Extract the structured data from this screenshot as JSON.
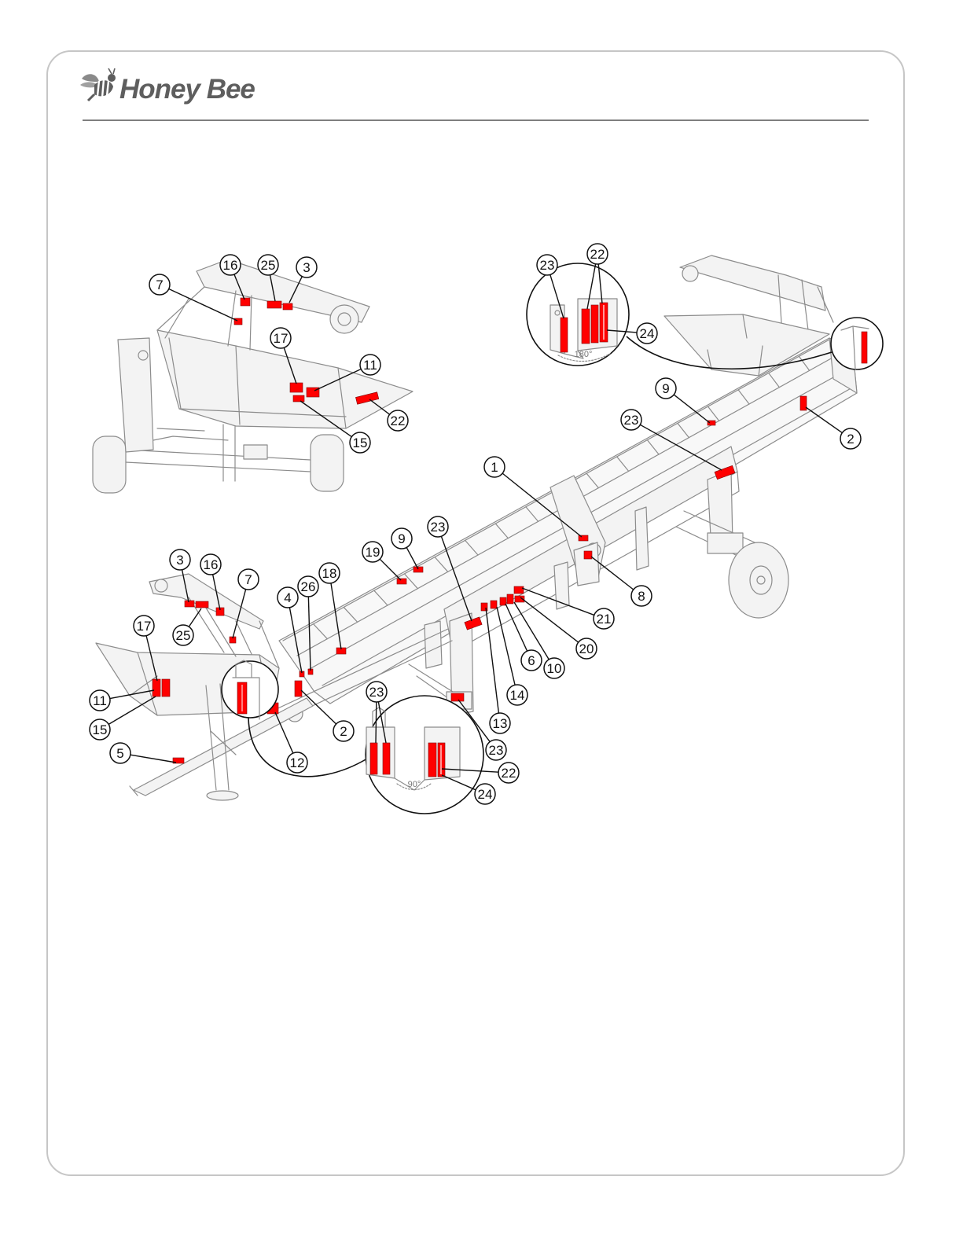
{
  "logo": {
    "text": "Honey Bee",
    "icon": "bee-icon"
  },
  "colors": {
    "decal": "#ff0000",
    "linework": "#8c8c8c",
    "callout": "#111111",
    "frame_border": "#c6c6c6",
    "rule": "#555555",
    "logo": "#5e5e5e"
  },
  "insets": {
    "top_right_angle": "180°",
    "bottom_angle": "90°"
  },
  "callouts": {
    "top_left": [
      "16",
      "25",
      "3",
      "7",
      "17",
      "11",
      "22",
      "15"
    ],
    "top_right": [
      "23",
      "22",
      "24"
    ],
    "main": [
      "9",
      "2",
      "23",
      "1",
      "8",
      "23",
      "9",
      "19",
      "18",
      "26",
      "4",
      "3",
      "16",
      "7",
      "25",
      "17",
      "11",
      "15",
      "5",
      "12",
      "2",
      "21",
      "20",
      "10",
      "6",
      "14",
      "13",
      "23"
    ],
    "bottom_inset": [
      "23",
      "22",
      "24"
    ]
  }
}
